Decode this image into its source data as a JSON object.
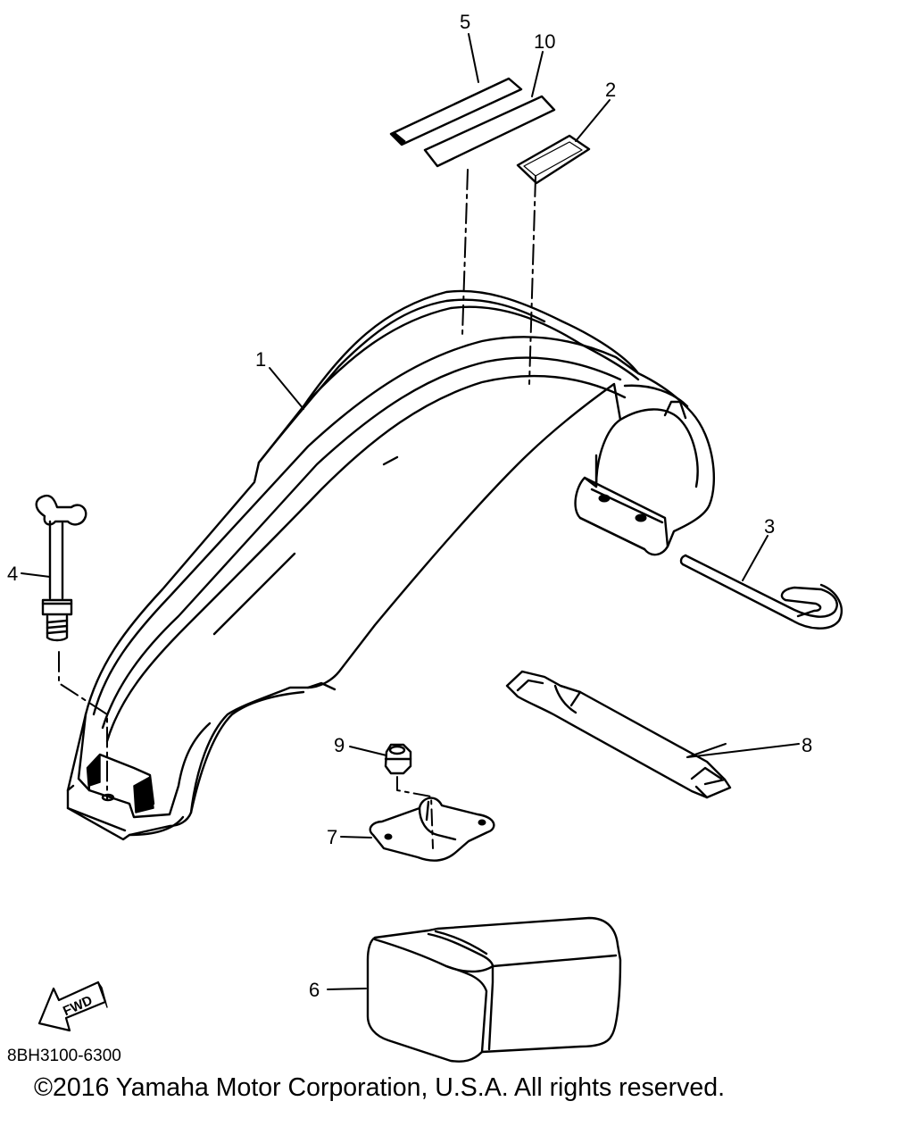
{
  "diagram": {
    "part_code": "8BH3100-6300",
    "copyright": "©2016 Yamaha Motor Corporation, U.S.A. All rights reserved.",
    "fwd_label": "FWD",
    "callouts": {
      "c1": "1",
      "c2": "2",
      "c3": "3",
      "c4": "4",
      "c5": "5",
      "c6": "6",
      "c7": "7",
      "c8": "8",
      "c9": "9",
      "c10": "10"
    }
  }
}
